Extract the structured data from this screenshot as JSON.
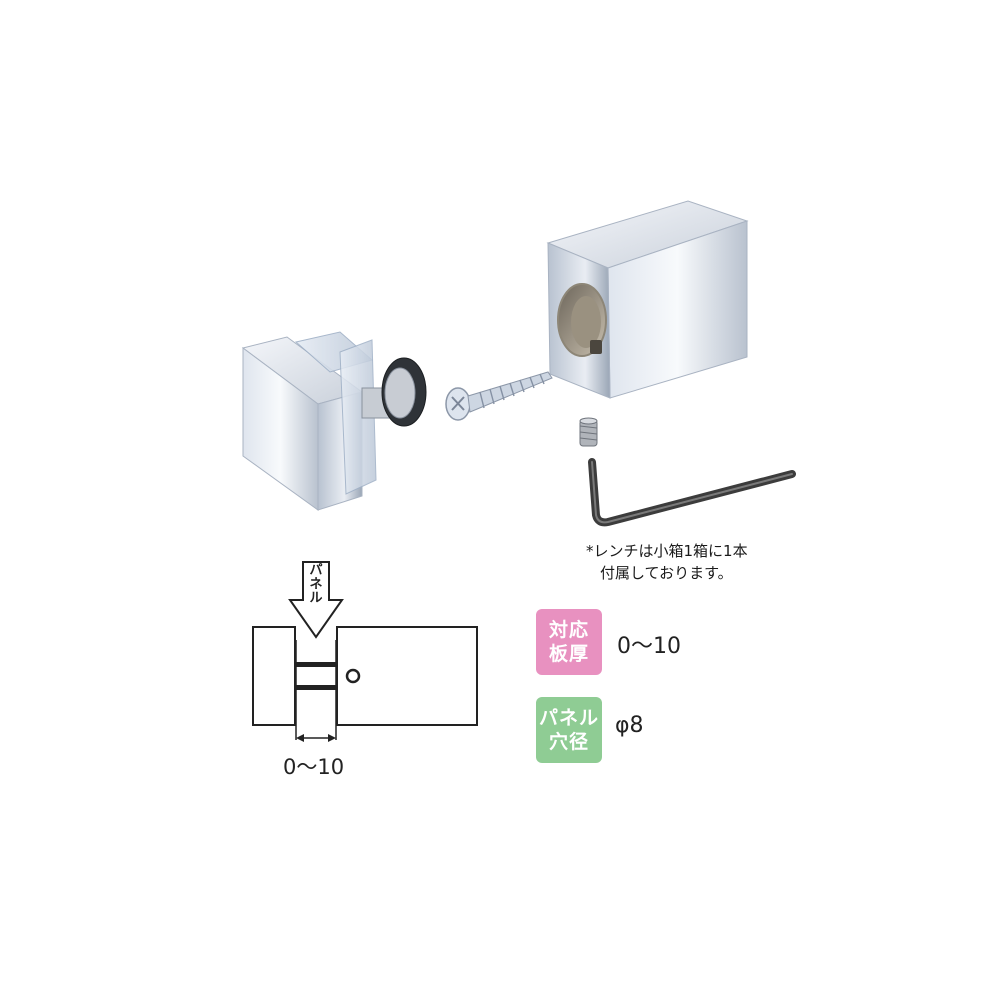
{
  "note": {
    "line1": "*レンチは小箱1箱に1本",
    "line2": "付属しております。"
  },
  "diagram": {
    "arrow_label": [
      "パ",
      "ネ",
      "ル"
    ],
    "dimension_label": "0～10"
  },
  "specs": [
    {
      "badge_line1": "対応",
      "badge_line2": "板厚",
      "value": "0～10",
      "badge_color": "#e891c0"
    },
    {
      "badge_line1": "パネル",
      "badge_line2": "穴径",
      "value": "φ8",
      "badge_color": "#8fcc94"
    }
  ],
  "icons": {
    "product": "product-render-icon",
    "wrench": "hex-wrench-icon",
    "screw": "screw-icon"
  }
}
